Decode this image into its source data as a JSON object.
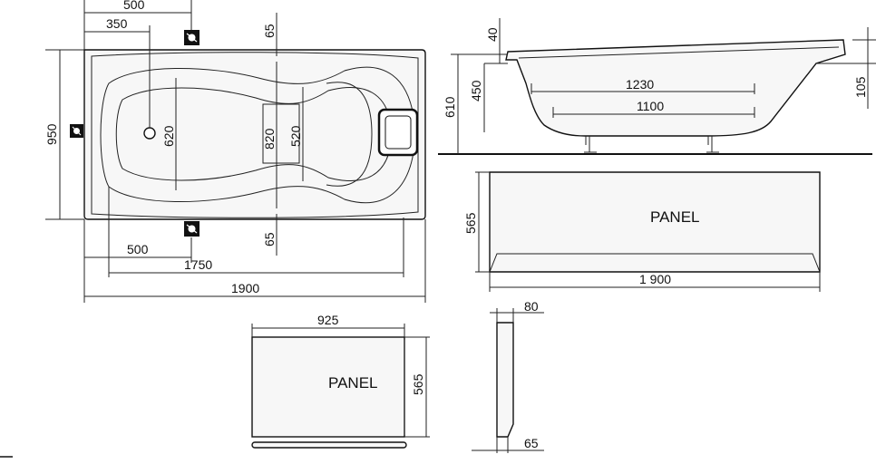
{
  "plan": {
    "dim_500_top": "500",
    "dim_350": "350",
    "dim_65_top": "65",
    "dim_65_bottom": "65",
    "dim_950": "950",
    "dim_620": "620",
    "dim_820": "820",
    "dim_520": "520",
    "dim_500_bottom": "500",
    "dim_1750": "1750",
    "dim_1900": "1900"
  },
  "side": {
    "dim_40": "40",
    "dim_450": "450",
    "dim_610": "610",
    "dim_105": "105",
    "dim_1230": "1230",
    "dim_1100": "1100"
  },
  "front_panel": {
    "label": "PANEL",
    "dim_565": "565",
    "dim_1900": "1 900"
  },
  "end_panel": {
    "label": "PANEL",
    "dim_925": "925",
    "dim_565": "565"
  },
  "panel_profile": {
    "dim_80": "80",
    "dim_65": "65"
  }
}
